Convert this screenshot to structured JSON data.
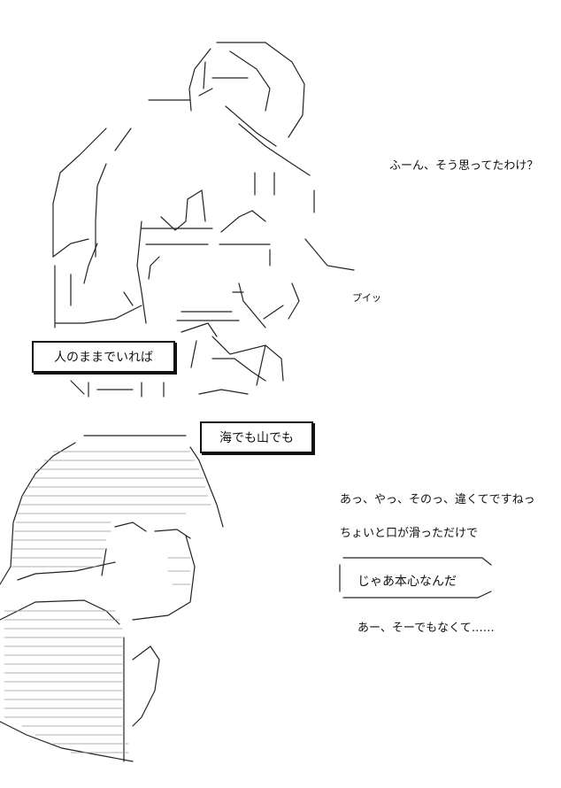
{
  "dialogue": {
    "line_1": "ふーん、そう思ってたわけ？",
    "box_left": "人のままでいれば",
    "box_right": "海でも山でも",
    "line_2": "あっ、やっ、そのっ、違くてですねっ",
    "line_3": "ちょいと口が滑っただけで",
    "puff": "じゃあ本心なんだ",
    "line_4": "あー、そーでもなくて……",
    "sfx": "プイッ"
  }
}
